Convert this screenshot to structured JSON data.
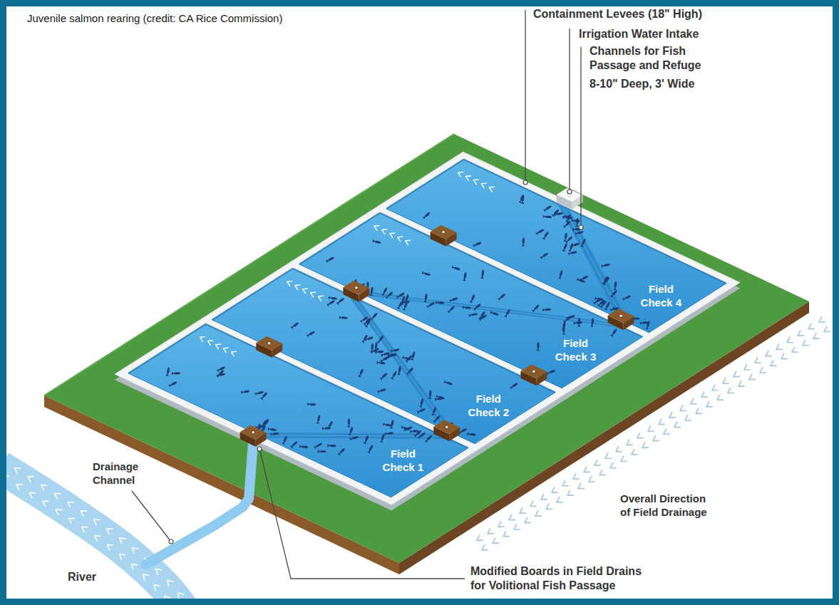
{
  "diagram": {
    "title": "Juvenile salmon rearing (credit: CA Rice Commission)",
    "labels": [
      "Containment Levees (18\" High)",
      "Irrigation Water Intake",
      "Channels for Fish Passage and Refuge",
      "8-10\" Deep, 3' Wide",
      "Field Check 4",
      "Field Check 3",
      "Field Check 2",
      "Field Check 1",
      "Overall Direction of Field Drainage",
      "Drainage Channel",
      "River",
      "Modified Boards in Field Drains for Volitional Fish Passage"
    ]
  }
}
